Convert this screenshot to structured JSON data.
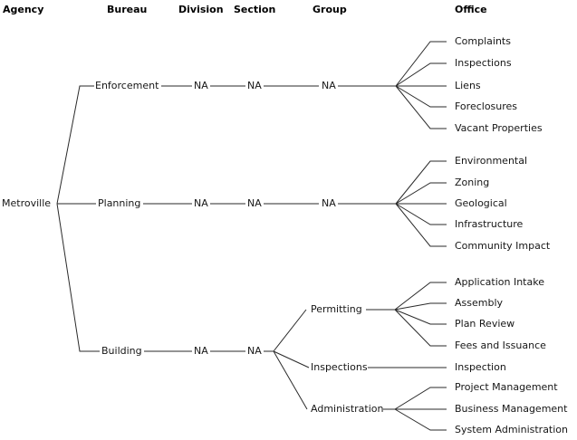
{
  "diagram_title": "organization-hierarchy-tree",
  "columns": [
    "Agency",
    "Bureau",
    "Division",
    "Section",
    "Group",
    "Office"
  ],
  "tree": {
    "agency": "Metroville",
    "bureaus": [
      {
        "name": "Enforcement",
        "division": "NA",
        "section": "NA",
        "groups": [
          {
            "name": "NA",
            "offices": [
              "Complaints",
              "Inspections",
              "Liens",
              "Foreclosures",
              "Vacant Properties"
            ]
          }
        ]
      },
      {
        "name": "Planning",
        "division": "NA",
        "section": "NA",
        "groups": [
          {
            "name": "NA",
            "offices": [
              "Environmental",
              "Zoning",
              "Geological",
              "Infrastructure",
              "Community Impact"
            ]
          }
        ]
      },
      {
        "name": "Building",
        "division": "NA",
        "section": "NA",
        "groups": [
          {
            "name": "Permitting",
            "offices": [
              "Application Intake",
              "Assembly",
              "Plan Review",
              "Fees and Issuance"
            ]
          },
          {
            "name": "Inspections",
            "offices": [
              "Inspection"
            ]
          },
          {
            "name": "Administration",
            "offices": [
              "Project Management",
              "Business Management",
              "System Administration"
            ]
          }
        ]
      }
    ]
  },
  "colors": {
    "background": "#ffffff",
    "text": "#161616",
    "header_text": "#000000",
    "line": "#2a2a2a"
  }
}
